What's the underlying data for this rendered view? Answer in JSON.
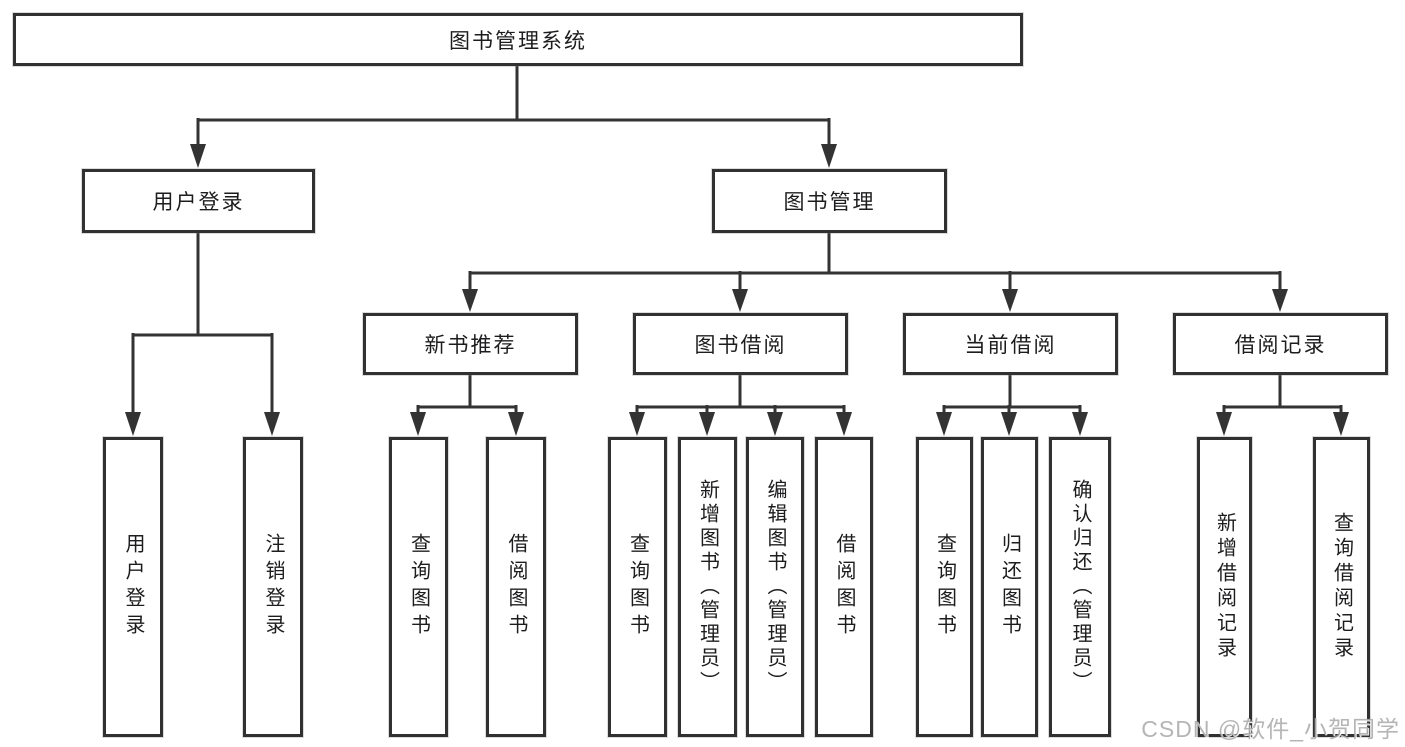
{
  "diagram": {
    "root": {
      "label": "图书管理系统"
    },
    "branches": [
      {
        "label": "用户登录",
        "children": [
          {
            "label": "用户登录"
          },
          {
            "label": "注销登录"
          }
        ]
      },
      {
        "label": "图书管理",
        "children": [
          {
            "label": "新书推荐",
            "children": [
              {
                "label": "查询图书"
              },
              {
                "label": "借阅图书"
              }
            ]
          },
          {
            "label": "图书借阅",
            "children": [
              {
                "label": "查询图书"
              },
              {
                "label": "新增图书（管理员）"
              },
              {
                "label": "编辑图书（管理员）"
              },
              {
                "label": "借阅图书"
              }
            ]
          },
          {
            "label": "当前借阅",
            "children": [
              {
                "label": "查询图书"
              },
              {
                "label": "归还图书"
              },
              {
                "label": "确认归还（管理员）"
              }
            ]
          },
          {
            "label": "借阅记录",
            "children": [
              {
                "label": "新增借阅记录"
              },
              {
                "label": "查询借阅记录"
              }
            ]
          }
        ]
      }
    ]
  },
  "watermark": {
    "text": "CSDN @软件_小贺同学"
  },
  "colors": {
    "line": "#333333",
    "box_border": "#313131",
    "text": "#1d1d1f",
    "background": "#ffffff",
    "watermark": "#a8a8a8"
  }
}
